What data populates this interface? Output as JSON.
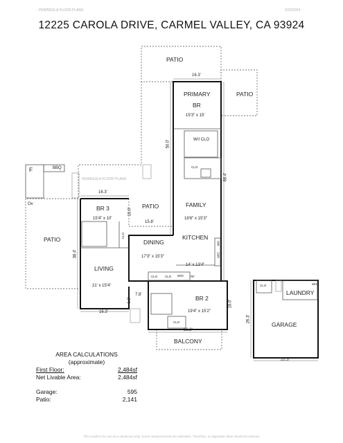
{
  "header": {
    "left_tag": "PENINSULA FLOOR PLANS",
    "right_tag": "2/23/2024",
    "title": "12225 CAROLA DRIVE, CARMEL VALLEY, CA 93924",
    "left_tag_mid": "PENINSULA FLOOR PLANS"
  },
  "rooms": {
    "patio_top": "PATIO",
    "patio_right": "PATIO",
    "primary_line1": "PRIMARY",
    "primary_line2": "BR",
    "primary_dim": "15'3\" x 15'",
    "wi_clo": "W/I CLO",
    "clo_primary": "CLO",
    "fireplace": "F",
    "bbq": "BBQ",
    "ov": "Ov",
    "patio_left": "PATIO",
    "br3": "BR 3",
    "br3_dim": "15'4\" x 10'",
    "clo_br3": "CLO",
    "patio_mid": "PATIO",
    "family": "FAMILY",
    "family_dim": "18'6\" x 15'3\"",
    "kitchen": "KITCHEN",
    "kitchen_dim": "14' x 13'4\"",
    "dining": "DINING",
    "dining_dim": "17'3\" x 15'3\"",
    "living": "LIVING",
    "living_dim": "21' x 15'4\"",
    "wh": "WH",
    "mw": "M/D",
    "clo_hall1": "CLO",
    "clo_hall2": "CLO",
    "br2": "BR 2",
    "br2_dim": "19'4\" x 15'2\"",
    "clo_br2": "CLO",
    "balcony": "BALCONY",
    "clo_garage": "CLO",
    "laundry": "LAUNDRY",
    "garage": "GARAGE",
    "wh_garage": "WH",
    "mini1": "W/D",
    "mini2": "RF"
  },
  "dimensions": {
    "d_16_3_top": "16.3'",
    "d_50_0": "50.0'",
    "d_68_4": "68.4'",
    "d_16_3_br3": "16.3'",
    "d_10_0": "10.0'",
    "d_15_8": "15.8'",
    "d_38_4": "38.4'",
    "d_7_8": "7.8'",
    "d_6_0": "6.0'",
    "d_16_3_bottom": "16.3'",
    "d_16_0": "16.0'",
    "d_26_3_br2": "26.3'",
    "d_26_3_garage": "26.3'",
    "d_22_3": "22.3'"
  },
  "area_calc": {
    "heading1": "AREA CALCULATIONS",
    "heading2": "(approximate)",
    "first_floor_label": "First Floor:",
    "first_floor_value": "2,484sf",
    "net_label": "Net Livable Area:",
    "net_value": "2,484sf",
    "garage_label": "Garage:",
    "garage_value": "595",
    "patio_label": "Patio:",
    "patio_value": "2,141"
  },
  "footer": {
    "disclaimer": "This model is for use as a visual tool only. Some measurements are estimates. Therefore, no appraisal value should be inferred."
  },
  "colors": {
    "wall": "#111111",
    "dashed": "#444444",
    "fixture": "#777777"
  }
}
